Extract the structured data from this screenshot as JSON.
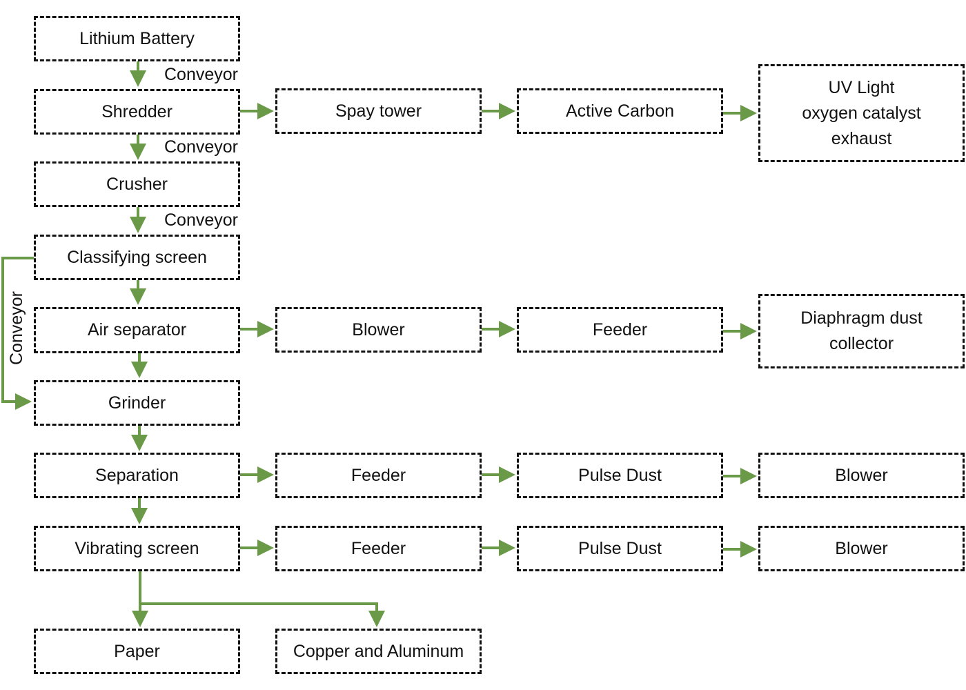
{
  "diagram": {
    "accent_color": "#6a9a48",
    "boxes": {
      "lithium_battery": "Lithium Battery",
      "shredder": "Shredder",
      "spray_tower": "Spay tower",
      "active_carbon": "Active Carbon",
      "uv_light": "UV Light\noxygen catalyst\nexhaust",
      "crusher": "Crusher",
      "classifying_screen": "Classifying screen",
      "air_separator": "Air separator",
      "blower_1": "Blower",
      "feeder_1": "Feeder",
      "diaphragm_dust_collector": "Diaphragm dust\ncollector",
      "grinder": "Grinder",
      "separation": "Separation",
      "feeder_2": "Feeder",
      "pulse_dust_1": "Pulse Dust",
      "blower_2": "Blower",
      "vibrating_screen": "Vibrating screen",
      "feeder_3": "Feeder",
      "pulse_dust_2": "Pulse Dust",
      "blower_3": "Blower",
      "paper": "Paper",
      "copper_aluminum": "Copper and Aluminum"
    },
    "edge_labels": {
      "conveyor_1": "Conveyor",
      "conveyor_2": "Conveyor",
      "conveyor_3": "Conveyor",
      "conveyor_side": "Conveyor"
    }
  }
}
